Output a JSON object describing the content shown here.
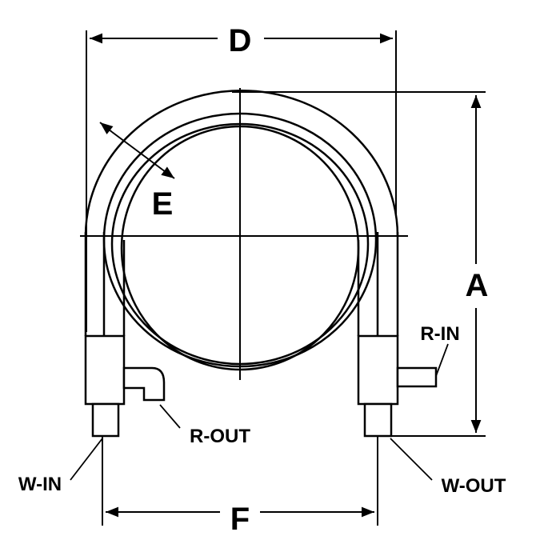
{
  "diagram": {
    "labels": {
      "d": "D",
      "a": "A",
      "e": "E",
      "f": "F",
      "r_in": "R-IN",
      "r_out": "R-OUT",
      "w_in": "W-IN",
      "w_out": "W-OUT"
    },
    "colors": {
      "line": "#000000",
      "background": "#ffffff"
    }
  }
}
